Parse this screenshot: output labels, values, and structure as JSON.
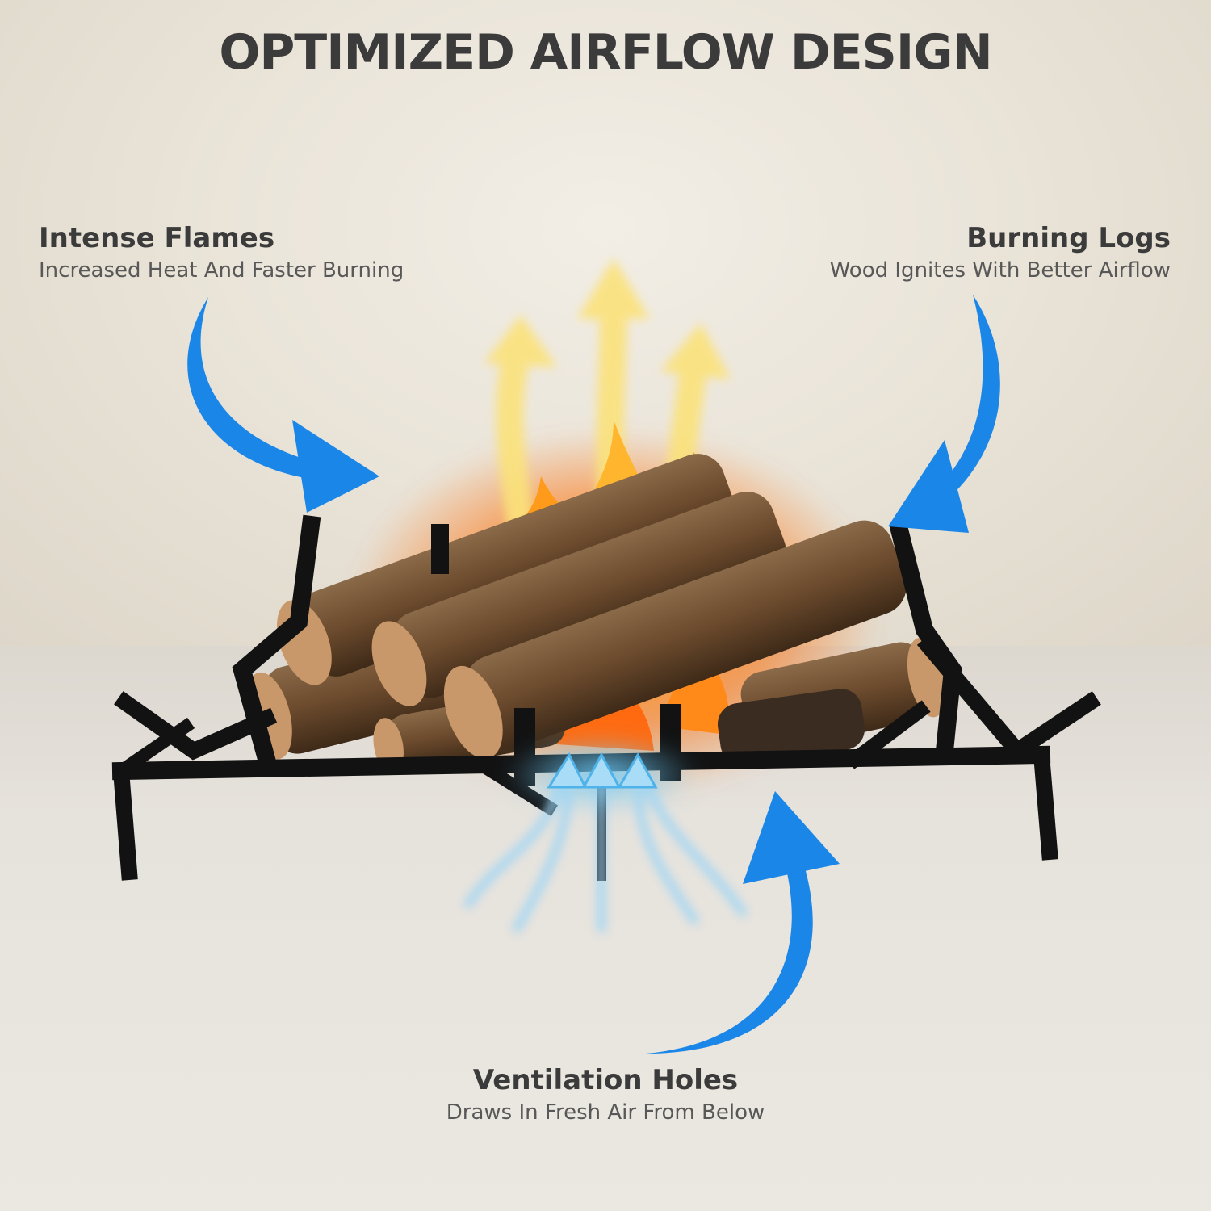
{
  "heading": "OPTIMIZED AIRFLOW DESIGN",
  "callouts": {
    "left": {
      "title": "Intense Flames",
      "subtitle": "Increased Heat And Faster Burning"
    },
    "right": {
      "title": "Burning Logs",
      "subtitle": "Wood Ignites With Better Airflow"
    },
    "bottom": {
      "title": "Ventilation Holes",
      "subtitle": "Draws In Fresh Air From Below"
    }
  },
  "colors": {
    "arrow_blue": "#1a86e8",
    "heat_arrow": "#fbe27a",
    "airflow": "#9fd6f5",
    "grate": "#121212",
    "log": "#7b5a3a",
    "log_end": "#c8976a",
    "text_dark": "#3b3b3b"
  },
  "icons": [
    "curved-arrow-icon",
    "heat-arrow-icon",
    "airflow-arrow-icon"
  ]
}
